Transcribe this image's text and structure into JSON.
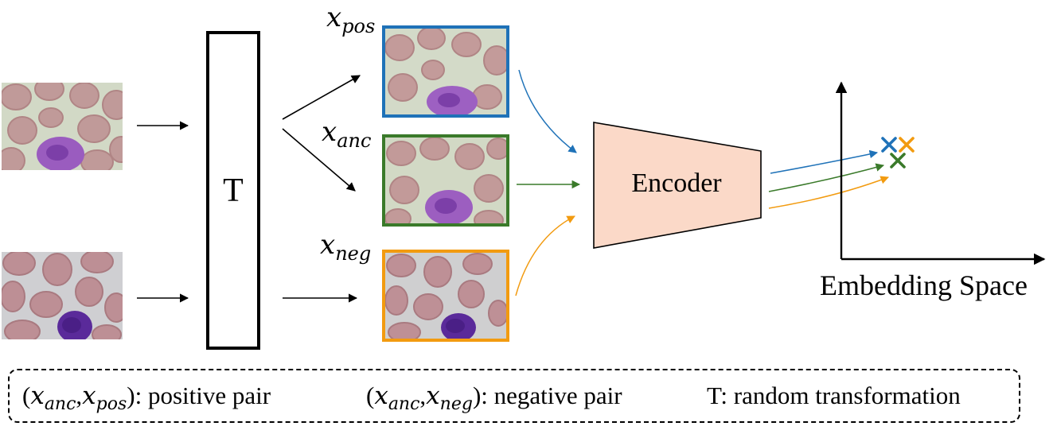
{
  "transform_box": {
    "label": "T"
  },
  "views": {
    "pos": {
      "var": "x",
      "sub": "pos"
    },
    "anc": {
      "var": "x",
      "sub": "anc"
    },
    "neg": {
      "var": "x",
      "sub": "neg"
    }
  },
  "encoder": {
    "label": "Encoder"
  },
  "embedding": {
    "label": "Embedding Space"
  },
  "legend": {
    "positive": {
      "open": "(",
      "a": "x",
      "a_sub": "anc",
      "comma": ",",
      "b": "x",
      "b_sub": "pos",
      "close": ")",
      "text": ": positive pair"
    },
    "negative": {
      "open": "(",
      "a": "x",
      "a_sub": "anc",
      "comma": ",",
      "b": "x",
      "b_sub": "neg",
      "close": ")",
      "text": ": negative pair"
    },
    "transform": {
      "text": "T: random transformation"
    }
  },
  "colors": {
    "positive": "#1f72b8",
    "anchor": "#3a7a2a",
    "negative": "#f29b10",
    "encoder_fill": "#fbd9c8"
  }
}
